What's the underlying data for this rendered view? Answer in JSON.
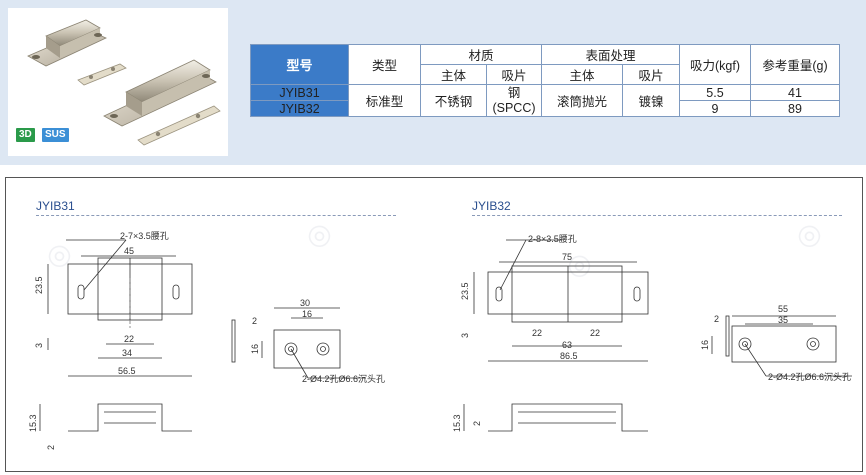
{
  "badges": {
    "three_d": "3D",
    "sus": "SUS"
  },
  "table": {
    "headers": {
      "model": "型号",
      "type": "类型",
      "material": "材质",
      "surface": "表面处理",
      "suction": "吸力(kgf)",
      "weight": "参考重量(g)",
      "body": "主体",
      "plate": "吸片",
      "surface_body": "主体",
      "surface_plate": "吸片"
    },
    "rows": [
      {
        "model": "JYIB31",
        "suction": "5.5",
        "weight": "41"
      },
      {
        "model": "JYIB32",
        "suction": "9",
        "weight": "89"
      }
    ],
    "shared": {
      "type": "标准型",
      "material_body": "不锈钢",
      "material_plate_line1": "钢",
      "material_plate_line2": "(SPCC)",
      "surface_body": "滚筒抛光",
      "surface_plate": "镀镍"
    }
  },
  "drawings": {
    "left": {
      "title": "JYIB31",
      "slot_note": "2-7×3.5腰孔",
      "dim_45": "45",
      "dim_23_5": "23.5",
      "dim_3": "3",
      "dim_22": "22",
      "dim_34": "34",
      "dim_56_5": "56.5",
      "dim_2": "2",
      "dim_30": "30",
      "dim_16a": "16",
      "dim_16b": "16",
      "hole_note": "2-Ø4.2孔Ø6.6沉头孔",
      "dim_15_3": "15.3",
      "dim_2b": "2"
    },
    "right": {
      "title": "JYIB32",
      "slot_note": "2-8×3.5腰孔",
      "dim_75": "75",
      "dim_23_5": "23.5",
      "dim_3": "3",
      "dim_22a": "22",
      "dim_22b": "22",
      "dim_63": "63",
      "dim_86_5": "86.5",
      "dim_2": "2",
      "dim_55": "55",
      "dim_35": "35",
      "dim_16": "16",
      "hole_note": "2-Ø4.2孔Ø6.6沉头孔",
      "dim_15_3": "15.3",
      "dim_2b": "2"
    }
  },
  "colors": {
    "band": "#dde7f3",
    "model_header": "#3b7bc8",
    "title": "#2a4f8f",
    "badge_3d": "#2a9a4a",
    "badge_sus": "#3b8fd6"
  }
}
